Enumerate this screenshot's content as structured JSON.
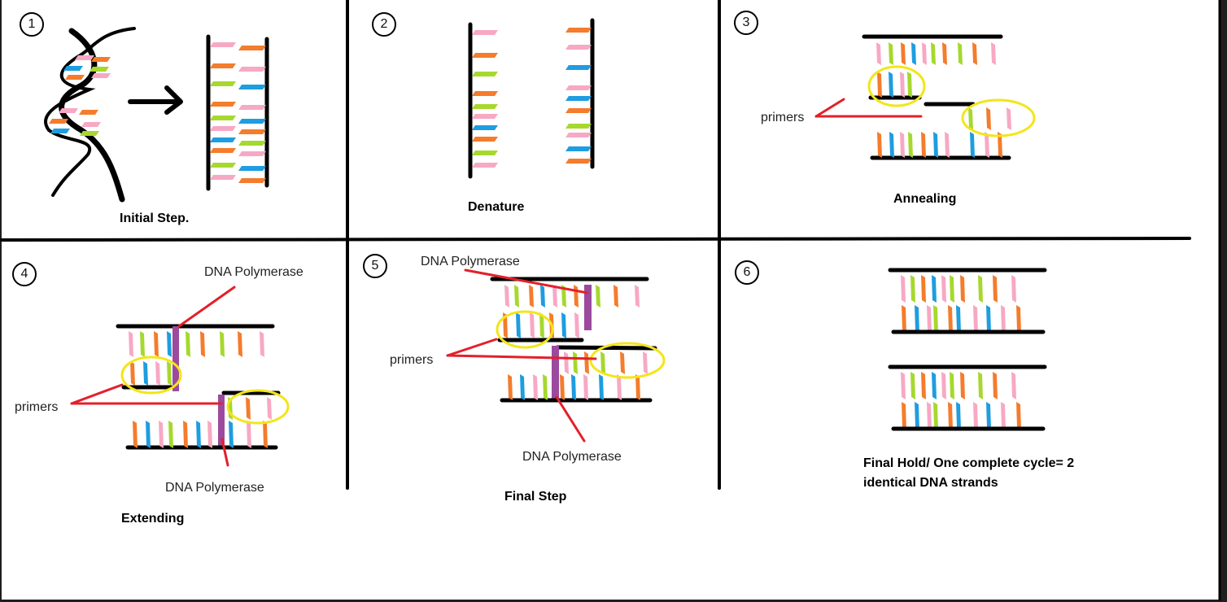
{
  "colors": {
    "pink": "#f7a8c4",
    "orange": "#f47c2c",
    "green": "#a6d82e",
    "blue": "#1e9de0",
    "backbone": "#000000",
    "primer_circle": "#f3e51a",
    "pointer": "#e3202a",
    "polymerase": "#9b4a9e"
  },
  "steps": [
    {
      "number": "1",
      "title": "Initial Step."
    },
    {
      "number": "2",
      "title": "Denature"
    },
    {
      "number": "3",
      "title": "Annealing",
      "labels": {
        "primers": "primers"
      }
    },
    {
      "number": "4",
      "title": "Extending",
      "labels": {
        "polymerase_top": "DNA Polymerase",
        "primers": "primers",
        "polymerase_bottom": "DNA Polymerase"
      }
    },
    {
      "number": "5",
      "title": "Final Step",
      "labels": {
        "polymerase_top": "DNA Polymerase",
        "primers": "primers",
        "polymerase_bottom": "DNA Polymerase"
      }
    },
    {
      "number": "6",
      "title_line1": "Final Hold/ One complete cycle= 2",
      "title_line2": "identical DNA strands"
    }
  ]
}
